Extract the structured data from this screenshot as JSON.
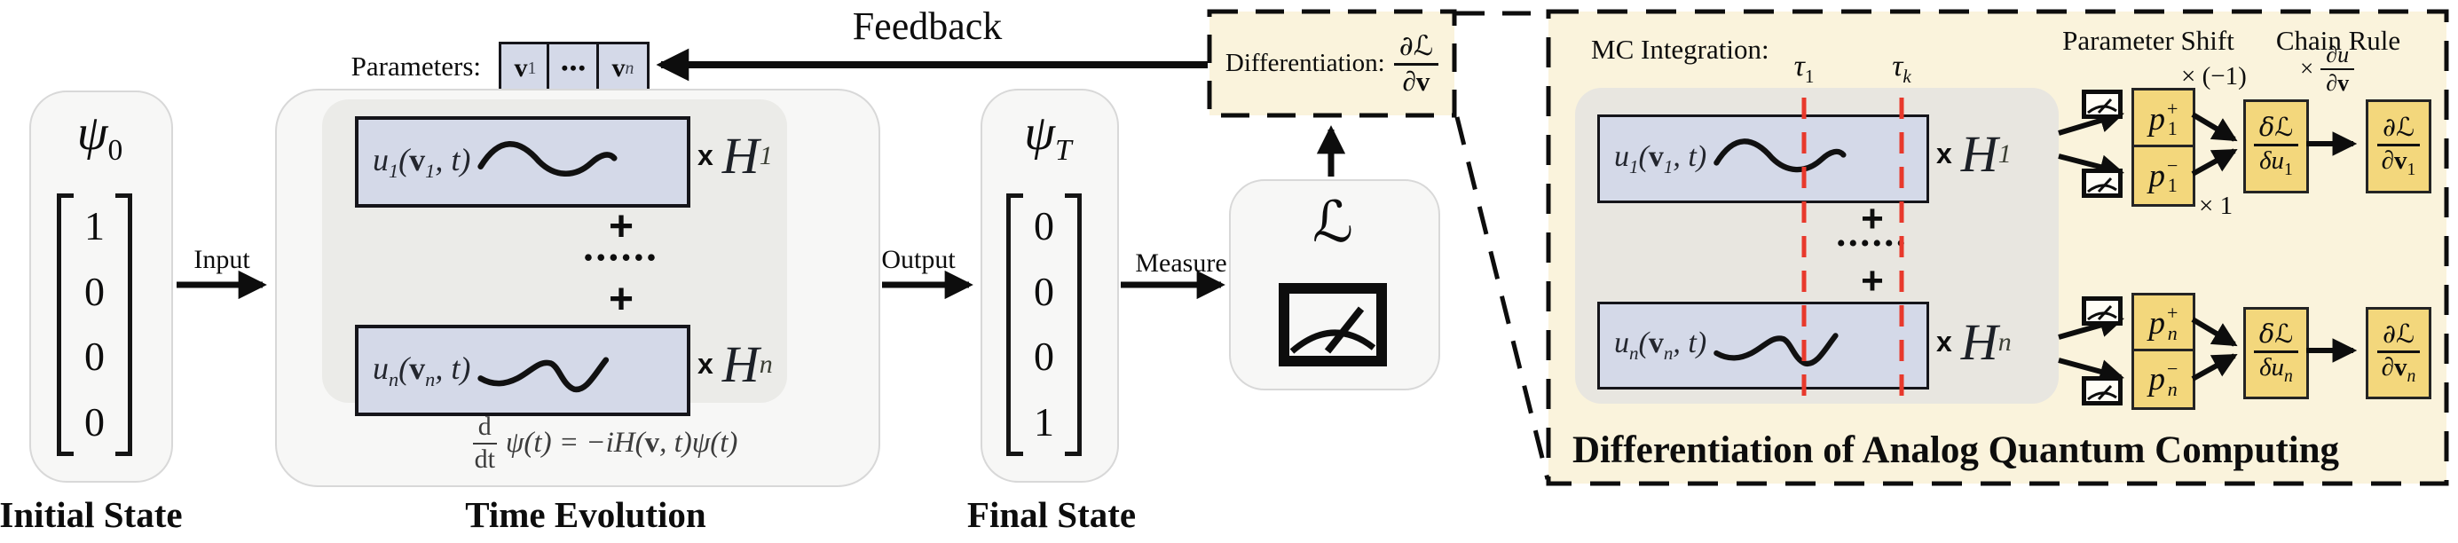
{
  "colors": {
    "cream_bg": "#faf3dc",
    "lavender_box": "#d4d9e8",
    "yellow_box": "#f3d77c",
    "red_dash": "#e8392c",
    "card_gray": "#f7f7f6",
    "inner_gray": "#ebebe8",
    "panel_inner_gray": "#e8e6e0",
    "card_border": "#d8d8d8",
    "line_black": "#111111"
  },
  "flow": {
    "feedback_label": "Feedback",
    "input_label": "Input",
    "output_label": "Output",
    "measure_label": "Measure"
  },
  "parameters": {
    "label": "Parameters:",
    "cell1": {
      "v": "v",
      "sub": "1"
    },
    "dots": "•••",
    "celln": {
      "v": "v",
      "sub": "n"
    }
  },
  "differentiation": {
    "label": "Differentiation:",
    "frac": {
      "num": "∂ℒ",
      "den_pre": "∂",
      "den_v": "v"
    }
  },
  "initial": {
    "symbol": {
      "base": "ψ",
      "sub": "0"
    },
    "vector": [
      "1",
      "0",
      "0",
      "0"
    ],
    "caption": "Initial State"
  },
  "evolution": {
    "caption": "Time Evolution",
    "u1": {
      "u": "u",
      "usub": "1",
      "open": "(",
      "v": "v",
      "vsub": "1",
      "close": ", t)"
    },
    "un": {
      "u": "u",
      "usub": "n",
      "open": "(",
      "v": "v",
      "vsub": "n",
      "close": ", t)"
    },
    "h1": {
      "times": "x",
      "H": "H",
      "sub": "1"
    },
    "hn": {
      "times": "x",
      "H": "H",
      "sub": "n"
    },
    "plus": "+",
    "dots": "••••••",
    "ode": {
      "num": "d",
      "den": "dt",
      "pre": "ψ(t) = −iH(",
      "v": "v",
      "post": ", t)ψ(t)"
    }
  },
  "final": {
    "symbol": {
      "base": "ψ",
      "sub": "T"
    },
    "vector": [
      "0",
      "0",
      "0",
      "1"
    ],
    "caption": "Final State"
  },
  "loss": {
    "symbol": "ℒ"
  },
  "panel": {
    "mc_label": "MC Integration:",
    "tau1": {
      "base": "τ",
      "sub": "1"
    },
    "tauk": {
      "base": "τ",
      "sub": "k"
    },
    "param_shift_label": "Parameter Shift",
    "chain_rule_label": "Chain Rule",
    "ann_neg1": "× (−1)",
    "ann_pos1": "× 1",
    "chain_ann": {
      "times": "×",
      "num": "∂u",
      "den_pre": "∂",
      "den_v": "v"
    },
    "row1": {
      "p_plus": {
        "p": "p",
        "sub": "1",
        "sup": "+"
      },
      "p_minus": {
        "p": "p",
        "sub": "1",
        "sup": "−"
      },
      "dl_du": {
        "num": "δℒ",
        "den": "δu",
        "den_sub": "1"
      },
      "dl_dv": {
        "num": "∂ℒ",
        "den_pre": "∂",
        "den_v": "v",
        "den_sub": "1"
      }
    },
    "rown": {
      "p_plus": {
        "p": "p",
        "sub": "n",
        "sup": "+"
      },
      "p_minus": {
        "p": "p",
        "sub": "n",
        "sup": "−"
      },
      "dl_du": {
        "num": "δℒ",
        "den": "δu",
        "den_sub": "n"
      },
      "dl_dv": {
        "num": "∂ℒ",
        "den_pre": "∂",
        "den_v": "v",
        "den_sub": "n"
      }
    },
    "caption": "Differentiation of Analog Quantum Computing"
  }
}
